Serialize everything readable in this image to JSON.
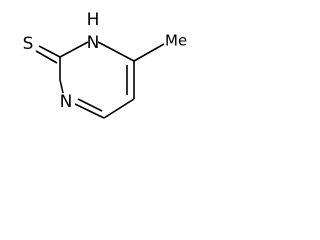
{
  "molecule": {
    "atoms": {
      "sulfur": "S",
      "n_top": "N",
      "h_top": "H",
      "n_bottom": "N",
      "methyl": "Me"
    }
  }
}
